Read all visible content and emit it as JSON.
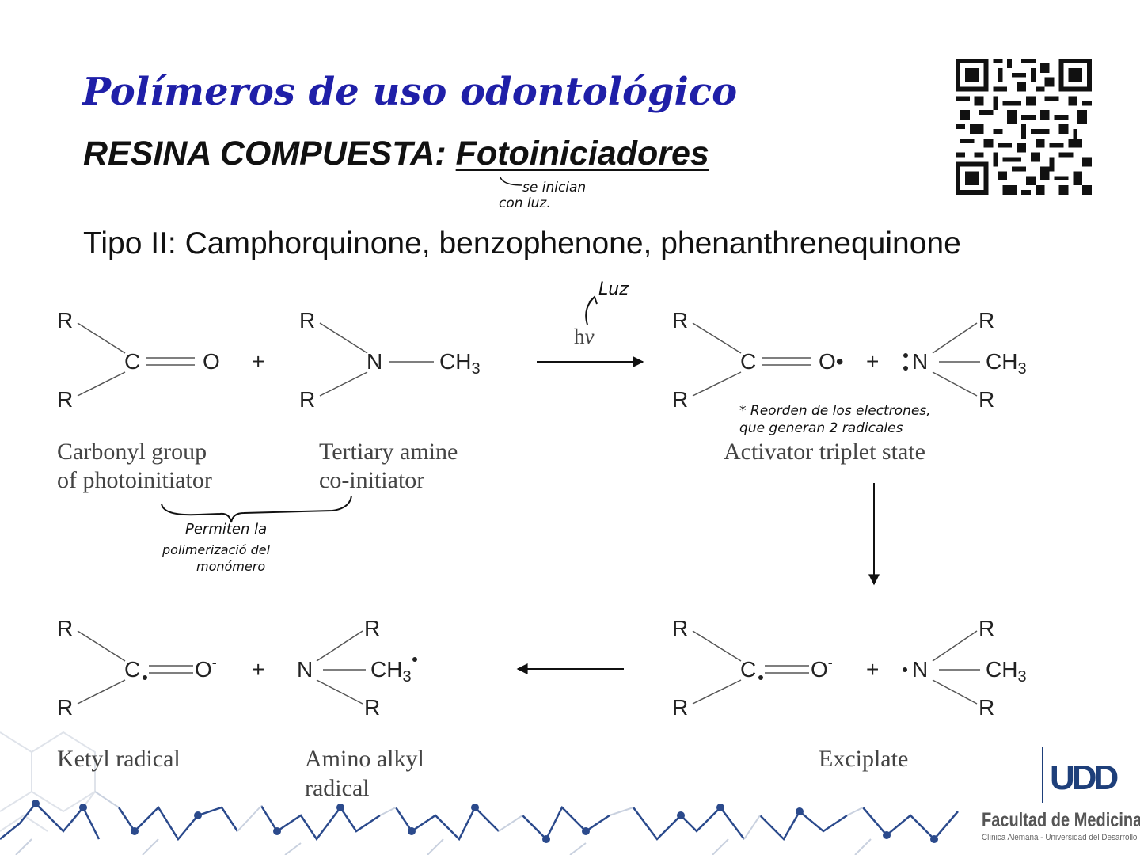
{
  "slide": {
    "title": "Polímeros de uso odontológico",
    "subtitle_prefix": "RESINA COMPUESTA: ",
    "subtitle_underlined": "Fotoiniciadores",
    "tipo_line": "Tipo II: Camphorquinone, benzophenone, phenanthrenequinone"
  },
  "handwritten": {
    "fotoiniciadores_note_1": "se inician",
    "fotoiniciadores_note_2": "con luz.",
    "luz": "Luz",
    "reorden_1": "* Reorden de los electrones,",
    "reorden_2": "que generan 2 radicales",
    "permiten_1": "Permiten la",
    "permiten_2": "polimerizació del",
    "permiten_3": "monómero"
  },
  "diagram": {
    "R": "R",
    "C": "C",
    "O": "O",
    "O_radical": "O•",
    "O_minus": "O",
    "minus": "-",
    "N": "N",
    "CH": "CH",
    "sub3": "3",
    "plus": "+",
    "hv_h": "h",
    "hv_v": "v",
    "labels": {
      "carbonyl_1": "Carbonyl group",
      "carbonyl_2": "of photoinitiator",
      "amine_1": "Tertiary amine",
      "amine_2": "co-initiator",
      "triplet": "Activator triplet state",
      "exciplate": "Exciplate",
      "ketyl": "Ketyl radical",
      "amino_1": "Amino alkyl",
      "amino_2": "radical"
    }
  },
  "logo": {
    "mark": "UDD",
    "faculty": "Facultad de Medicina",
    "institution": "Clínica Alemana - Universidad del Desarrollo"
  },
  "colors": {
    "title": "#1f1fa8",
    "logo": "#1e3f7a",
    "hex_pattern": "#2b4a8c"
  }
}
